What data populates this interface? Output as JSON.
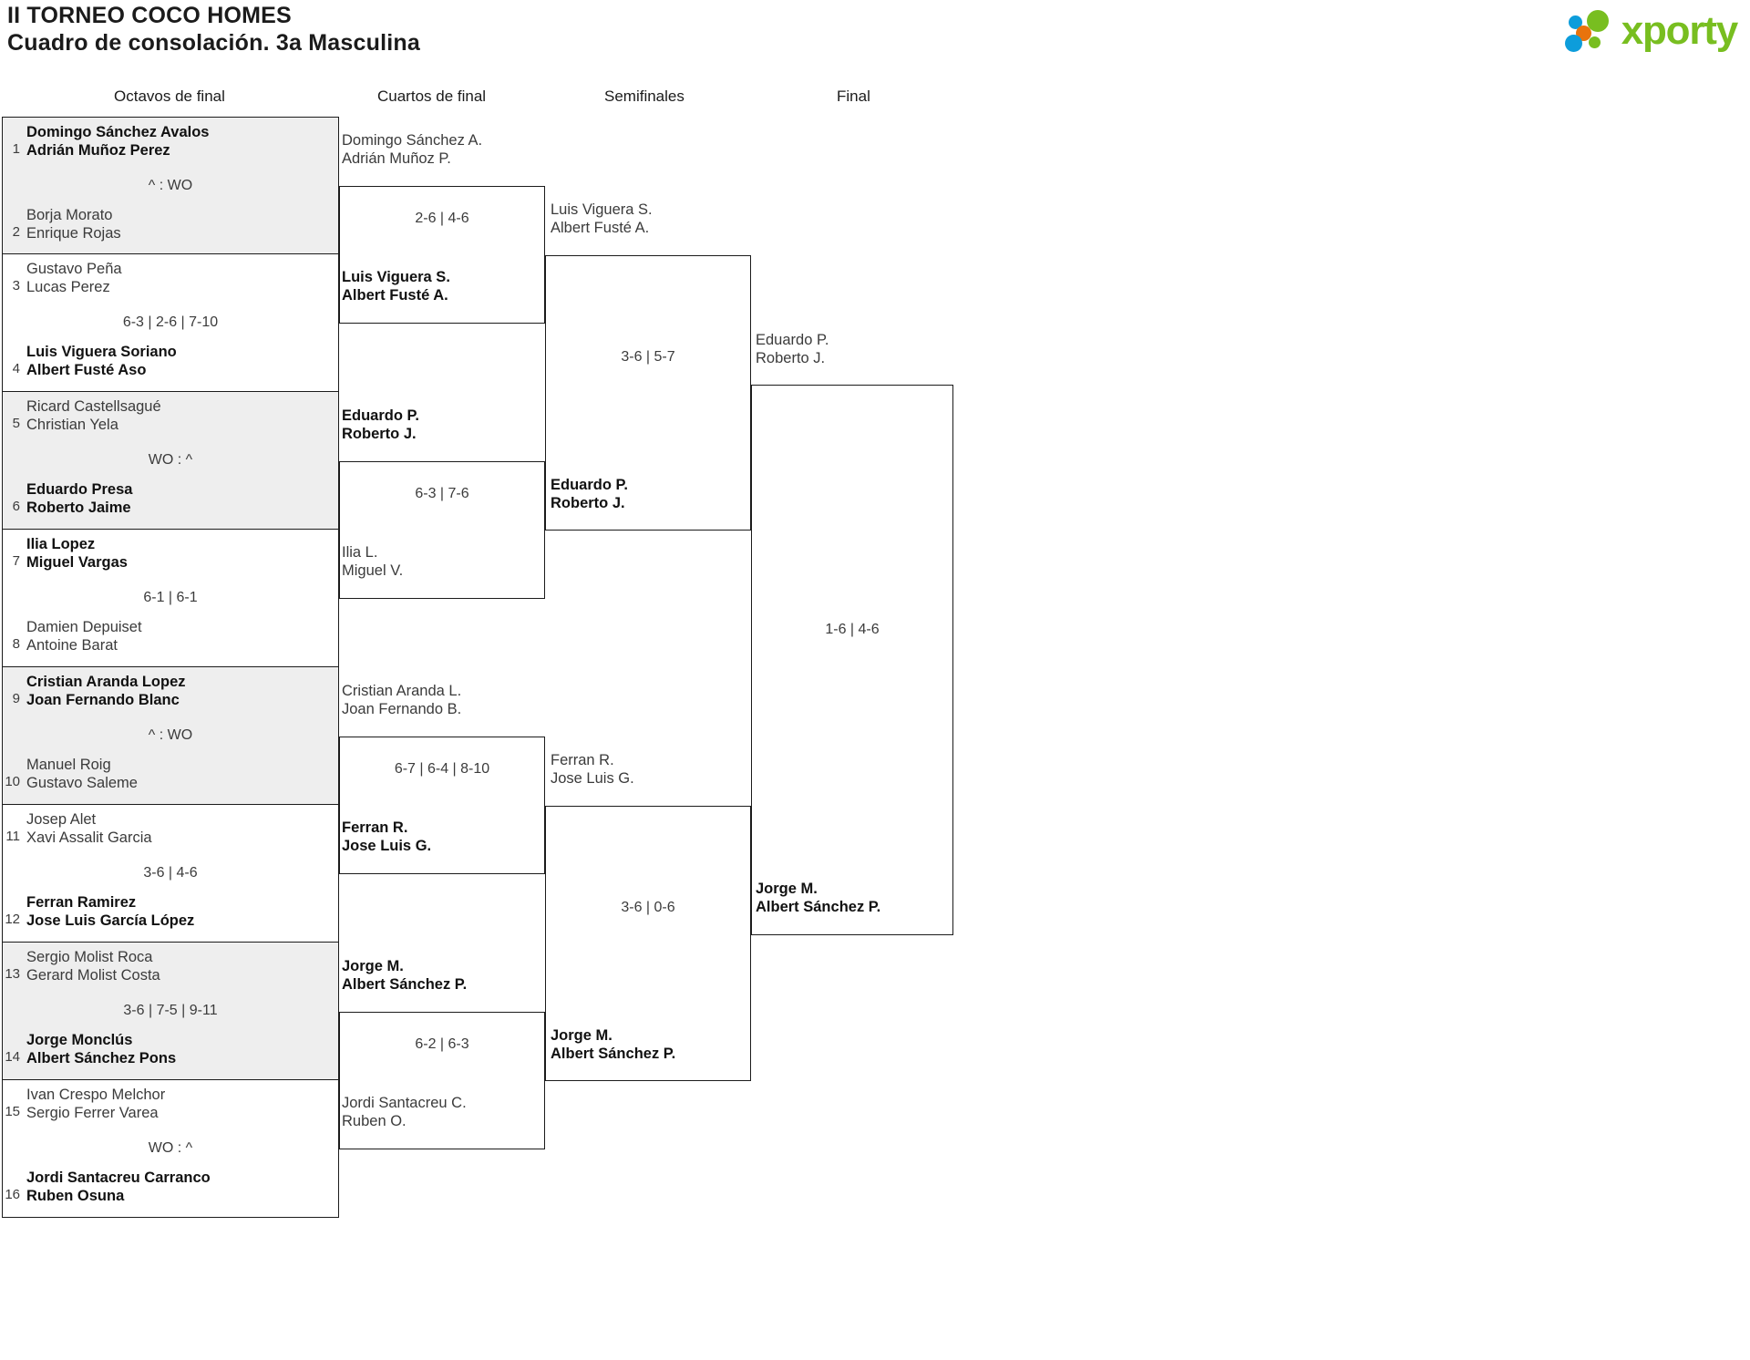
{
  "header": {
    "title_line1": "II TORNEO COCO HOMES",
    "title_line2": "Cuadro de consolación. 3a Masculina",
    "logo_word": "xporty",
    "logo_colors": {
      "green": "#78be20",
      "blue": "#0d9ddb",
      "orange": "#e8730c"
    }
  },
  "rounds": [
    {
      "label": "Octavos de final"
    },
    {
      "label": "Cuartos de final"
    },
    {
      "label": "Semifinales"
    },
    {
      "label": "Final"
    }
  ],
  "r16": [
    {
      "seed1": "1",
      "p1a": "Domingo Sánchez Avalos",
      "p1b": "Adrián Muñoz Perez",
      "seed2": "2",
      "p2a": "Borja Morato",
      "p2b": "Enrique Rojas",
      "score": "^ : WO",
      "winner": 1,
      "shaded": true
    },
    {
      "seed1": "3",
      "p1a": "Gustavo Peña",
      "p1b": "Lucas Perez",
      "seed2": "4",
      "p2a": "Luis Viguera Soriano",
      "p2b": "Albert Fusté Aso",
      "score": "6-3 | 2-6 | 7-10",
      "winner": 2,
      "shaded": false
    },
    {
      "seed1": "5",
      "p1a": "Ricard Castellsagué",
      "p1b": "Christian Yela",
      "seed2": "6",
      "p2a": "Eduardo Presa",
      "p2b": "Roberto Jaime",
      "score": "WO : ^",
      "winner": 2,
      "shaded": true
    },
    {
      "seed1": "7",
      "p1a": "Ilia Lopez",
      "p1b": "Miguel Vargas",
      "seed2": "8",
      "p2a": "Damien Depuiset",
      "p2b": "Antoine Barat",
      "score": "6-1 | 6-1",
      "winner": 1,
      "shaded": false
    },
    {
      "seed1": "9",
      "p1a": "Cristian Aranda Lopez",
      "p1b": "Joan Fernando Blanc",
      "seed2": "10",
      "p2a": "Manuel Roig",
      "p2b": "Gustavo Saleme",
      "score": "^ : WO",
      "winner": 1,
      "shaded": true
    },
    {
      "seed1": "11",
      "p1a": "Josep Alet",
      "p1b": "Xavi Assalit Garcia",
      "seed2": "12",
      "p2a": "Ferran Ramirez",
      "p2b": "Jose Luis García López",
      "score": "3-6 | 4-6",
      "winner": 2,
      "shaded": false
    },
    {
      "seed1": "13",
      "p1a": "Sergio Molist Roca",
      "p1b": "Gerard Molist Costa",
      "seed2": "14",
      "p2a": "Jorge Monclús",
      "p2b": "Albert Sánchez Pons",
      "score": "3-6 | 7-5 | 9-11",
      "winner": 2,
      "shaded": true
    },
    {
      "seed1": "15",
      "p1a": "Ivan Crespo Melchor",
      "p1b": "Sergio Ferrer Varea",
      "seed2": "16",
      "p2a": "Jordi Santacreu Carranco",
      "p2b": "Ruben Osuna",
      "score": "WO : ^",
      "winner": 2,
      "shaded": false
    }
  ],
  "qf": [
    {
      "p1a": "Domingo Sánchez A.",
      "p1b": "Adrián Muñoz P.",
      "p2a": "Luis Viguera S.",
      "p2b": "Albert Fusté A.",
      "score": "2-6 | 4-6",
      "winner": 2
    },
    {
      "p1a": "Eduardo P.",
      "p1b": "Roberto J.",
      "p2a": "Ilia L.",
      "p2b": "Miguel V.",
      "score": "6-3 | 7-6",
      "winner": 1
    },
    {
      "p1a": "Cristian Aranda L.",
      "p1b": "Joan Fernando B.",
      "p2a": "Ferran R.",
      "p2b": "Jose Luis G.",
      "score": "6-7 | 6-4 | 8-10",
      "winner": 2
    },
    {
      "p1a": "Jorge M.",
      "p1b": "Albert Sánchez P.",
      "p2a": "Jordi Santacreu C.",
      "p2b": "Ruben O.",
      "score": "6-2 | 6-3",
      "winner": 1
    }
  ],
  "sf": [
    {
      "p1a": "Luis Viguera S.",
      "p1b": "Albert Fusté A.",
      "p2a": "Eduardo P.",
      "p2b": "Roberto J.",
      "score": "3-6 | 5-7",
      "winner": 2
    },
    {
      "p1a": "Ferran R.",
      "p1b": "Jose Luis G.",
      "p2a": "Jorge M.",
      "p2b": "Albert Sánchez P.",
      "score": "3-6 | 0-6",
      "winner": 2
    }
  ],
  "final": {
    "p1a": "Eduardo P.",
    "p1b": "Roberto J.",
    "p2a": "Jorge M.",
    "p2b": "Albert Sánchez P.",
    "score": "1-6 | 4-6",
    "winner": 2
  }
}
